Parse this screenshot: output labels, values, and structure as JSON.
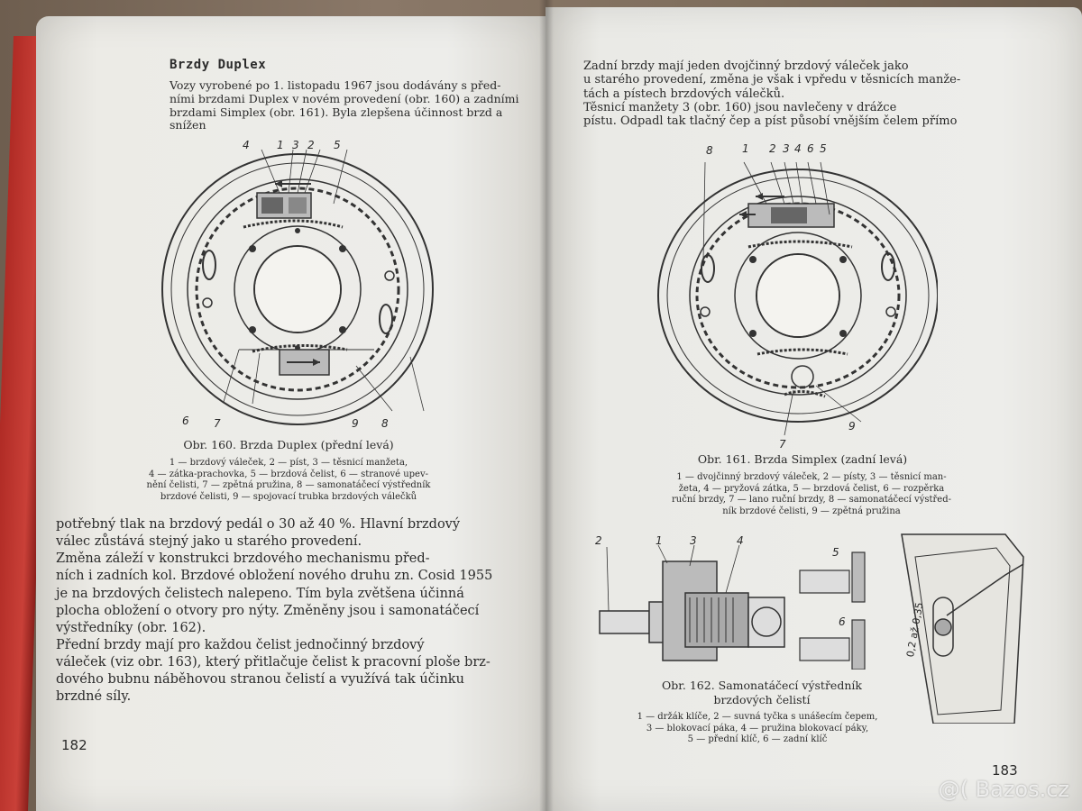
{
  "left_page": {
    "heading": "Brzdy Duplex",
    "intro": "Vozy vyrobené po 1. listopadu 1967 jsou dodávány s před-\nními brzdami Duplex v novém provedení (obr. 160) a zadními\nbrzdami Simplex (obr. 161). Byla zlepšena účinnost brzd a snížen",
    "figure_labels": [
      "4",
      "1",
      "3",
      "2",
      "5",
      "6",
      "7",
      "9",
      "8"
    ],
    "figure_caption": "Obr. 160. Brzda Duplex (přední levá)",
    "figure_legend": "1 — brzdový váleček, 2 — píst, 3 — těsnicí manžeta,\n4 — zátka-prachovka, 5 — brzdová čelist, 6 — stranové upev-\nnění čelisti, 7 — zpětná pružina, 8 — samonatáčecí výstředník\nbrzdové čelisti, 9 — spojovací trubka brzdových válečků",
    "body": "potřebný tlak na brzdový pedál o 30 až 40 %. Hlavní brzdový\nválec zůstává stejný jako u starého provedení.\n   Změna záleží v konstrukci brzdového mechanismu před-\nních i zadních kol. Brzdové obložení nového druhu zn. Cosid 1955\nje na brzdových čelistech nalepeno. Tím byla zvětšena účinná\nplocha obložení o otvory pro nýty. Změněny jsou i samonatáčecí\nvýstředníky (obr. 162).\n   Přední brzdy mají pro každou čelist jednočinný brzdový\nváleček (viz obr. 163), který přitlačuje čelist k pracovní ploše brz-\ndového bubnu náběhovou stranou čelistí a využívá tak účinku\nbrzdné síly.",
    "page_number": "182"
  },
  "right_page": {
    "intro": "Zadní brzdy mají jeden dvojčinný brzdový váleček jako\nu starého provedení, změna je však i vpředu v těsnicích manže-\ntách a pístech brzdových válečků.\n   Těsnicí manžety 3 (obr. 160) jsou navlečeny v drážce\npístu. Odpadl tak tlačný čep a píst působí vnějším čelem přímo",
    "figure_labels": [
      "8",
      "1",
      "2",
      "3",
      "4",
      "6",
      "5",
      "7",
      "9"
    ],
    "figure_caption": "Obr. 161. Brzda Simplex (zadní levá)",
    "figure_legend": "1 — dvojčinný brzdový váleček, 2 — písty, 3 — těsnicí man-\nžeta, 4 — pryžová zátka, 5 — brzdová čelist, 6 — rozpěrka\nruční brzdy, 7 — lano ruční brzdy, 8 — samonatáčecí výstřed-\nník brzdové čelisti, 9 — zpětná pružina",
    "figure2_labels": [
      "2",
      "1",
      "3",
      "4",
      "5",
      "6"
    ],
    "figure2_dimension": "0,2 až 0,35",
    "figure2_caption": "Obr. 162. Samonatáčecí výstředník\nbrzdových čelistí",
    "figure2_legend": "1 — držák klíče, 2 — suvná tyčka s unášecím čepem,\n3 — blokovací páka, 4 — pružina blokovací páky,\n5 — přední klíč, 6 — zadní klíč",
    "page_number": "183"
  },
  "watermark": "@( Bazos.cz"
}
